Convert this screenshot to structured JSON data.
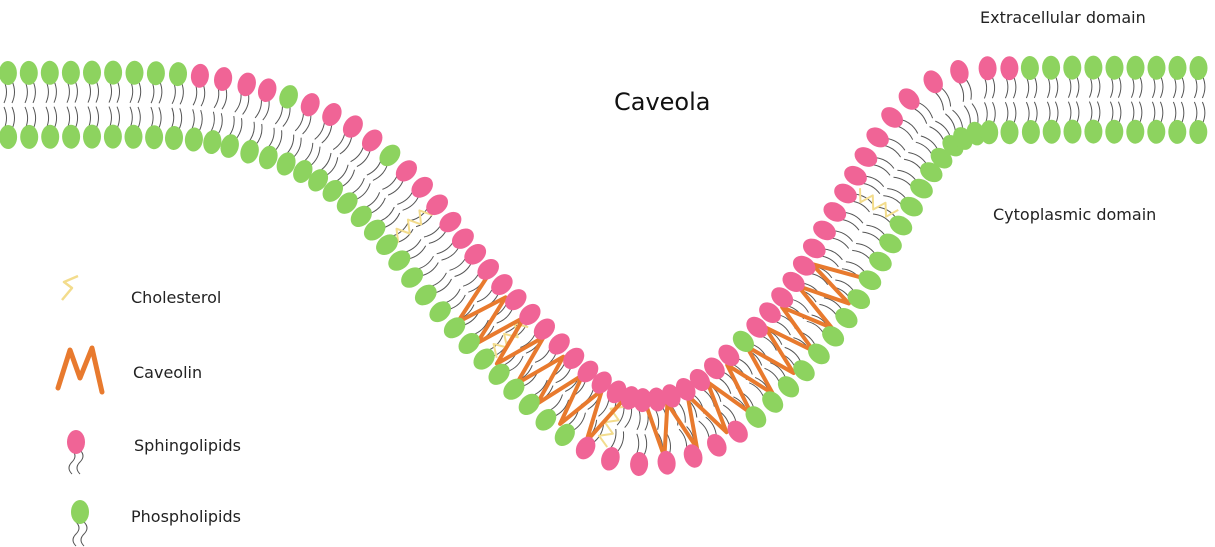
{
  "diagram": {
    "title": "Caveola",
    "regions": {
      "extracellular": "Extracellular domain",
      "cytoplasmic": "Cytoplasmic domain"
    },
    "legend": [
      {
        "key": "cholesterol",
        "label": "Cholesterol"
      },
      {
        "key": "caveolin",
        "label": "Caveolin"
      },
      {
        "key": "sphingolipids",
        "label": "Sphingolipids"
      },
      {
        "key": "phospholipids",
        "label": "Phospholipids"
      }
    ],
    "colors": {
      "phospholipid": "#8dd35f",
      "sphingolipid": "#f06496",
      "caveolin": "#e87a2e",
      "cholesterol": "#f3dc8c",
      "tail": "#555555"
    }
  }
}
